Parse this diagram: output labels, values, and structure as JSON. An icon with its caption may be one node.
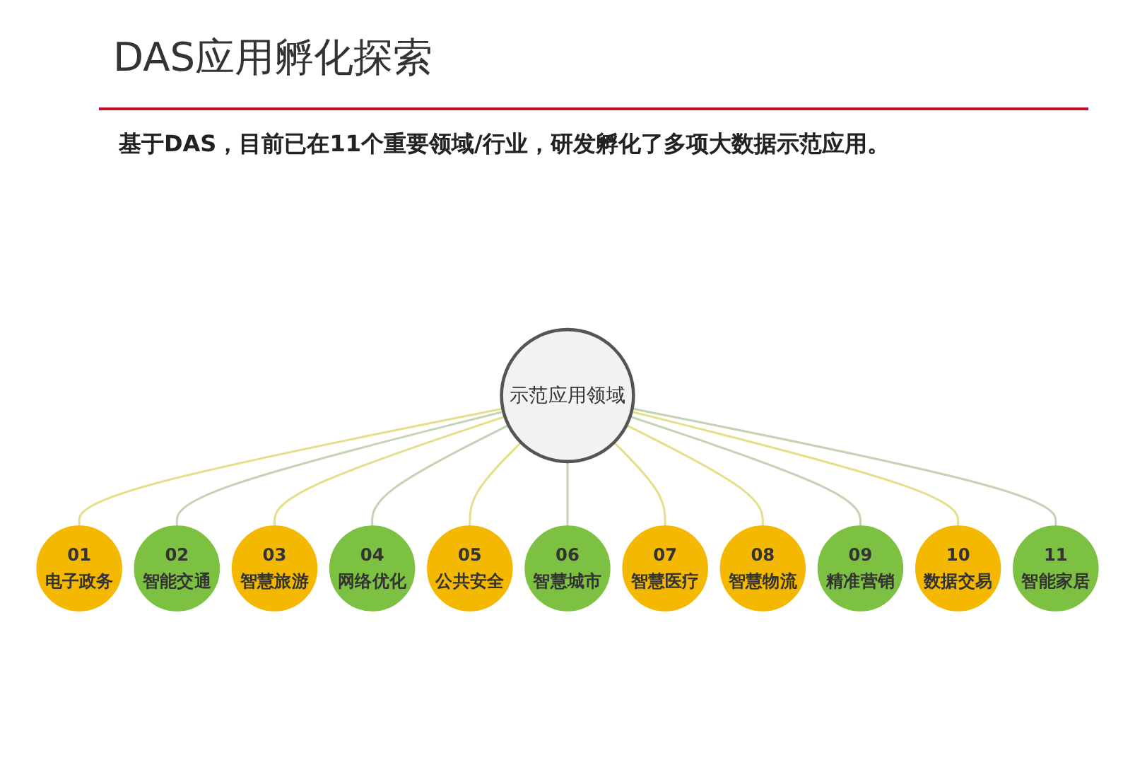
{
  "diagram": {
    "title": "DAS应用孵化探索",
    "nodes": [
      {
        "text": [
          "示范应用领域"
        ]
      },
      {
        "text": [
          "01",
          "电子政务"
        ]
      },
      {
        "text": [
          "02",
          "智能交通"
        ]
      },
      {
        "text": [
          "03",
          "智慧旅游"
        ]
      },
      {
        "text": [
          "04",
          "网络优化"
        ]
      },
      {
        "text": [
          "05",
          "公共安全"
        ]
      },
      {
        "text": [
          "06",
          "智慧城市"
        ]
      },
      {
        "text": [
          "07",
          "智慧医疗"
        ]
      },
      {
        "text": [
          "08",
          "智慧物流"
        ]
      },
      {
        "text": [
          "09",
          "精准营销"
        ]
      },
      {
        "text": [
          "10",
          "数据交易"
        ]
      },
      {
        "text": [
          "11",
          "智能家居"
        ]
      }
    ],
    "edges": [
      {
        "from": 0,
        "to": 1,
        "arrow": "none"
      },
      {
        "from": 0,
        "to": 2,
        "arrow": "none",
        "color": "#c5d3b5"
      },
      {
        "from": 0,
        "to": 3,
        "arrow": "none"
      },
      {
        "from": 0,
        "to": 4,
        "arrow": "none",
        "color": "#c5d3b5"
      },
      {
        "from": 0,
        "to": 5,
        "arrow": "none"
      },
      {
        "from": 0,
        "to": 6,
        "arrow": "none",
        "color": "#c5d3b5"
      },
      {
        "from": 0,
        "to": 7,
        "arrow": "none"
      },
      {
        "from": 0,
        "to": 8,
        "arrow": "none"
      },
      {
        "from": 0,
        "to": 9,
        "arrow": "none",
        "color": "#c5d3b5"
      },
      {
        "from": 0,
        "to": 10,
        "arrow": "none"
      },
      {
        "from": 0,
        "to": 11,
        "arrow": "none",
        "color": "#c5d3b5"
      }
    ],
    "labels": [
      "基于DAS，目前已在11个重要领域/行业，研发孵化了多项大数据示范应用。"
    ]
  }
}
